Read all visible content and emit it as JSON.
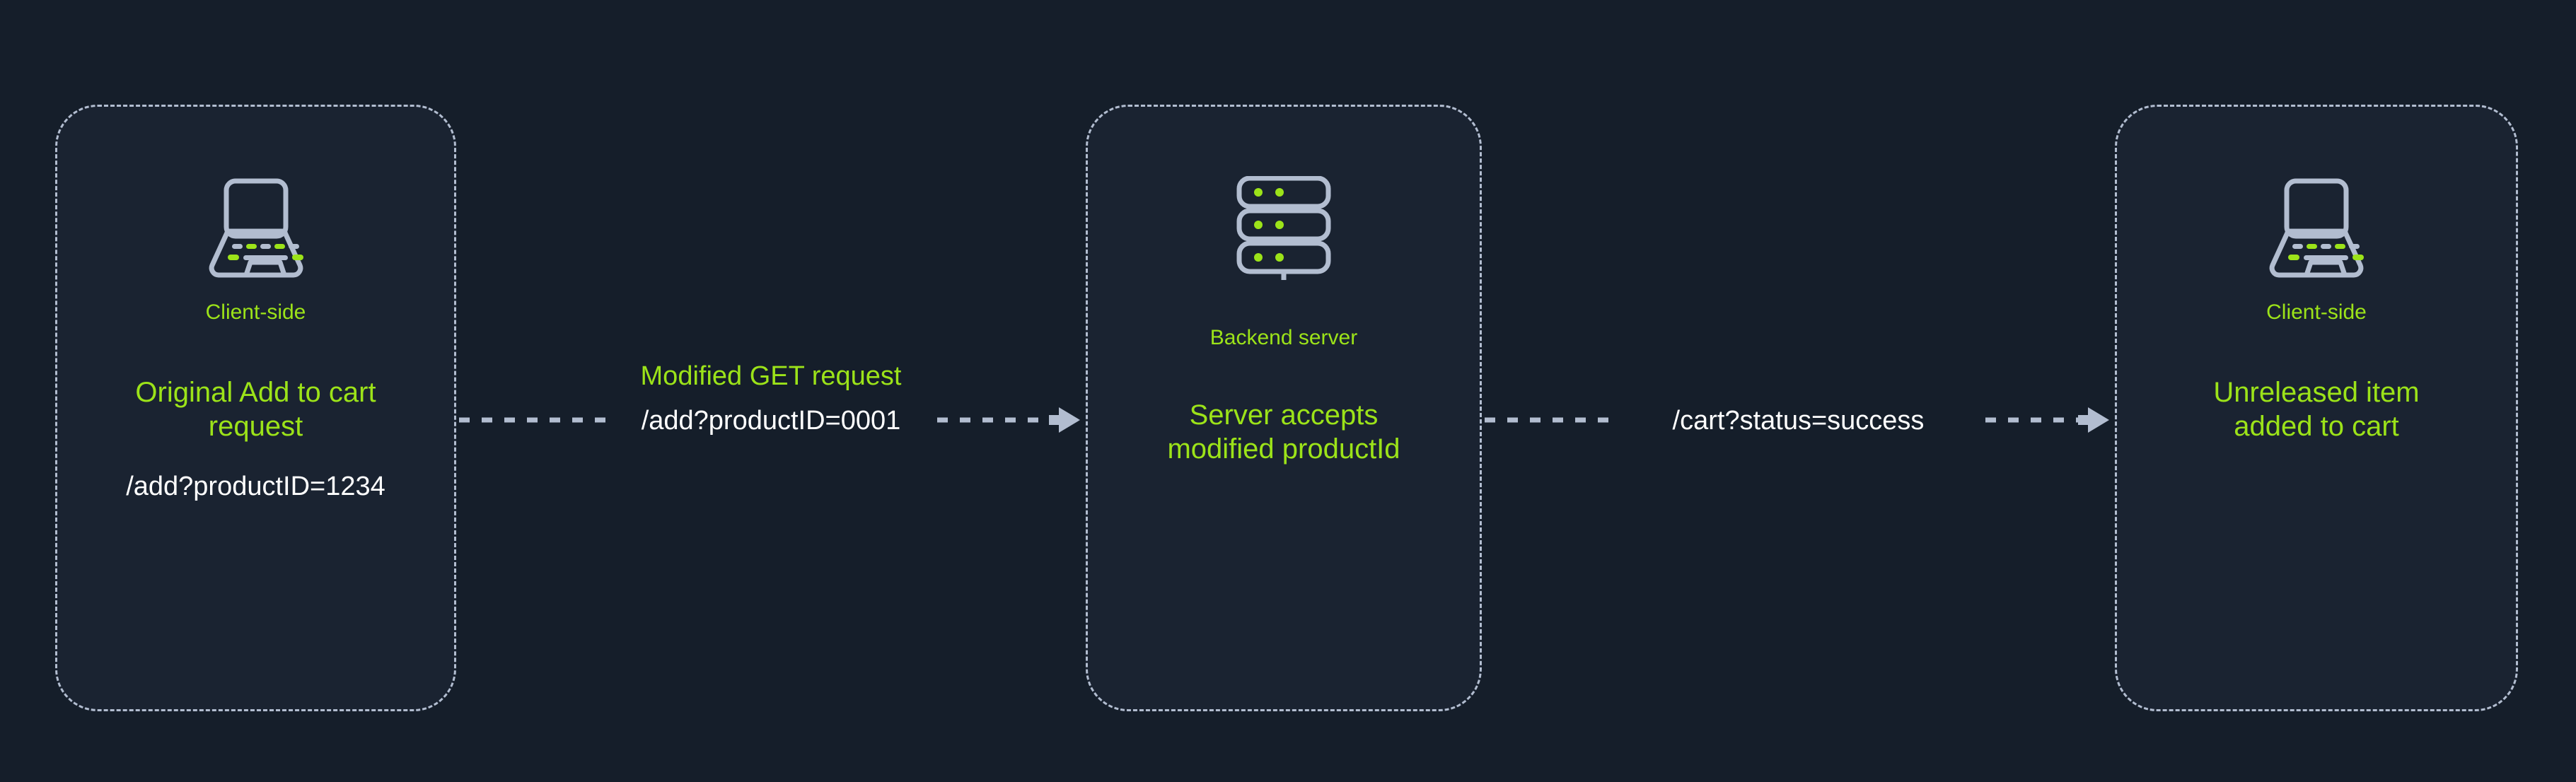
{
  "theme": {
    "background": "#151e2a",
    "node_fill": "#1a2331",
    "node_border": "#b2bdd0",
    "accent_green": "#9ce319",
    "text_white": "#ffffff",
    "icon_stroke": "#b2bdd0",
    "icon_led": "#9ce319"
  },
  "nodes": [
    {
      "id": "client-origin",
      "icon": "laptop-icon",
      "role": "Client-side",
      "description": "Original Add to cart request",
      "description_line1": "Original Add to cart",
      "description_line2": "request",
      "url": "/add?productID=1234"
    },
    {
      "id": "backend-server",
      "icon": "server-rack-icon",
      "role": "Backend server",
      "description": "Server accepts modified productId",
      "description_line1": "Server accepts",
      "description_line2": "modified productId",
      "url": ""
    },
    {
      "id": "client-result",
      "icon": "laptop-icon",
      "role": "Client-side",
      "description": "Unreleased item added to cart",
      "description_line1": "Unreleased item",
      "description_line2": "added to cart",
      "url": ""
    }
  ],
  "edges": [
    {
      "id": "edge-1",
      "from": "client-origin",
      "to": "backend-server",
      "label_top": "Modified GET request",
      "label_mid": "/add?productID=0001",
      "style": "dashed",
      "arrow": "arrow-right-icon"
    },
    {
      "id": "edge-2",
      "from": "backend-server",
      "to": "client-result",
      "label_top": "",
      "label_mid": "/cart?status=success",
      "style": "dashed",
      "arrow": "arrow-right-icon"
    }
  ]
}
